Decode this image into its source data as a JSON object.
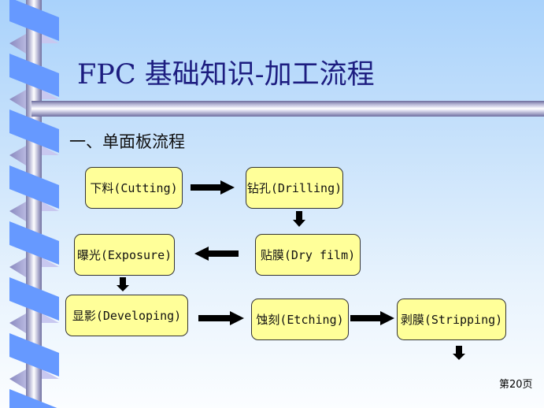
{
  "slide": {
    "title": "FPC 基础知识-加工流程",
    "subtitle": "一、单面板流程",
    "page_number": "第20页"
  },
  "flow": {
    "steps": [
      {
        "id": "cutting",
        "label": "下料(Cutting)"
      },
      {
        "id": "drilling",
        "label": "钻孔(Drilling)"
      },
      {
        "id": "dry-film",
        "label": "贴膜(Dry film)"
      },
      {
        "id": "exposure",
        "label": "曝光(Exposure)"
      },
      {
        "id": "developing",
        "label": "显影(Developing)"
      },
      {
        "id": "etching",
        "label": "蚀刻(Etching)"
      },
      {
        "id": "stripping",
        "label": "剥膜(Stripping)"
      }
    ],
    "arrows": [
      {
        "from": "cutting",
        "to": "drilling",
        "direction": "right"
      },
      {
        "from": "drilling",
        "to": "dry-film",
        "direction": "down"
      },
      {
        "from": "dry-film",
        "to": "exposure",
        "direction": "left"
      },
      {
        "from": "exposure",
        "to": "developing",
        "direction": "down"
      },
      {
        "from": "developing",
        "to": "etching",
        "direction": "right"
      },
      {
        "from": "etching",
        "to": "stripping",
        "direction": "right"
      },
      {
        "from": "stripping",
        "to": "next",
        "direction": "down"
      }
    ]
  },
  "colors": {
    "box_fill": "#ffff99",
    "title_color": "#1d1d80",
    "ribbon": "#6699ff"
  }
}
